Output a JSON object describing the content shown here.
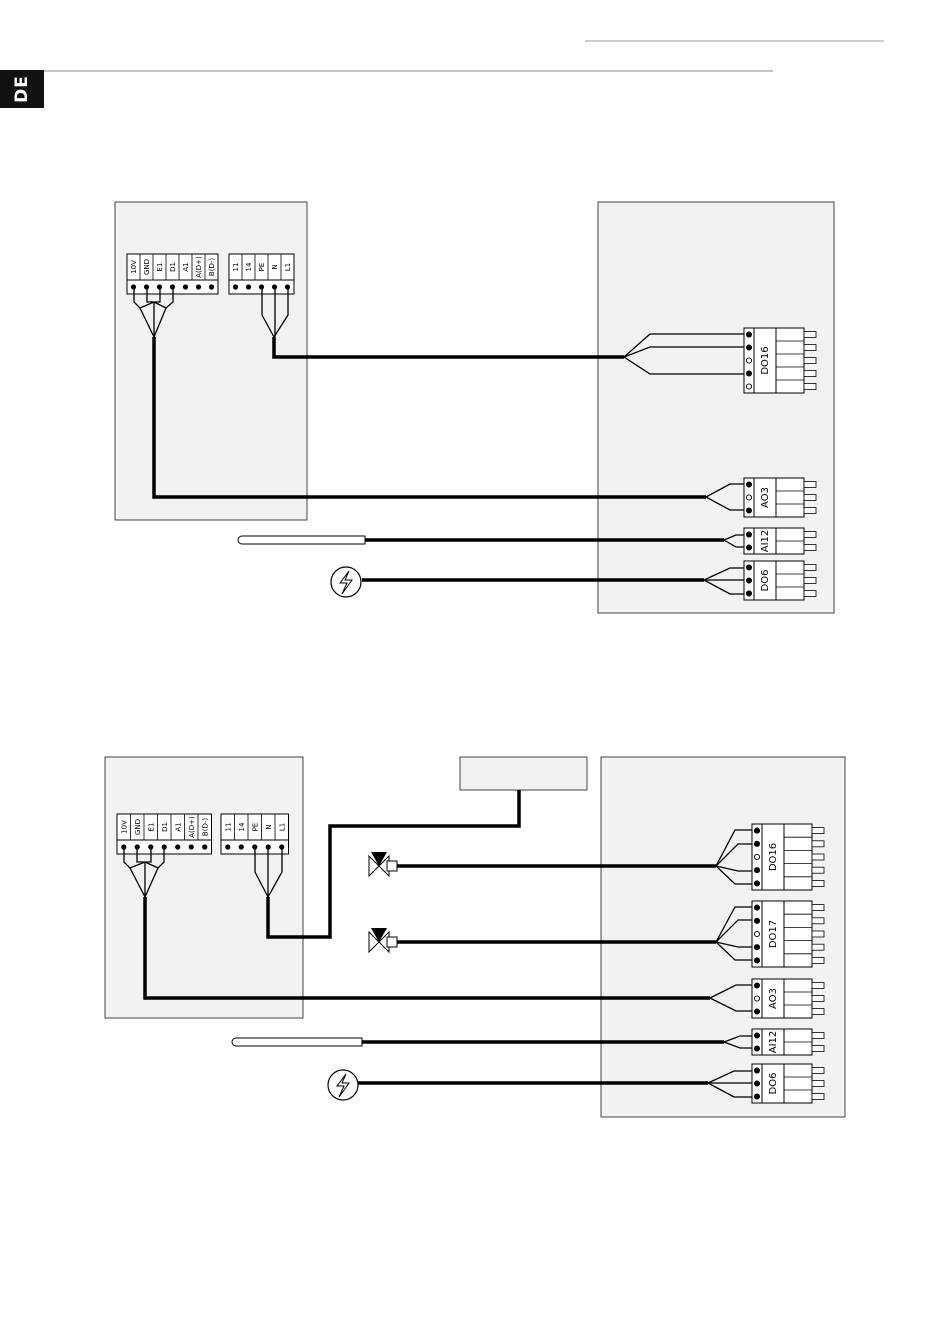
{
  "header": {
    "language_tab": "DE"
  },
  "colors": {
    "line": "#000000",
    "panel_fill": "#f2f2f2",
    "rule": "#cccccc"
  },
  "diagram1": {
    "left_terminals_signal": [
      "10V",
      "GND",
      "E1",
      "D1",
      "A1",
      "A(D+)",
      "B(D-)"
    ],
    "left_terminals_power": [
      "11",
      "14",
      "PE",
      "N",
      "L1"
    ],
    "modules": [
      "DO16",
      "AO3",
      "AI12",
      "DO6"
    ],
    "icons": [
      "temperature-sensor-icon",
      "high-voltage-icon"
    ]
  },
  "diagram2": {
    "left_terminals_signal": [
      "10V",
      "GND",
      "E1",
      "D1",
      "A1",
      "A(D+)",
      "B(D-)"
    ],
    "left_terminals_power": [
      "11",
      "14",
      "PE",
      "N",
      "L1"
    ],
    "modules": [
      "DO16",
      "DO17",
      "AO3",
      "AI12",
      "DO6"
    ],
    "icons": [
      "valve-icon",
      "valve-icon",
      "temperature-sensor-icon",
      "high-voltage-icon"
    ]
  }
}
